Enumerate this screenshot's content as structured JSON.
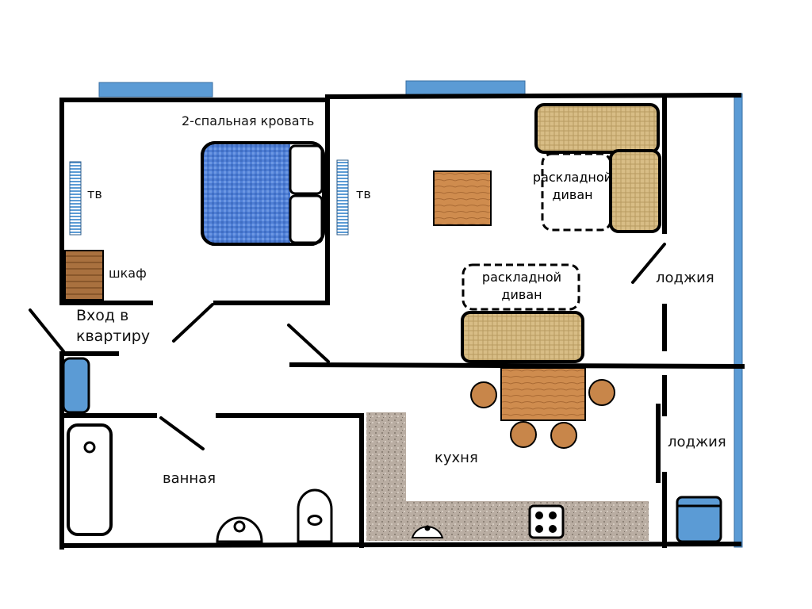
{
  "labels": {
    "double_bed": "2-спальная кровать",
    "tv_bedroom": "тв",
    "tv_living": "тв",
    "wardrobe": "шкаф",
    "entrance_line1": "Вход в",
    "entrance_line2": "квартиру",
    "sofa_top_line1": "раскладной",
    "sofa_top_line2": "диван",
    "sofa_mid_line1": "раскладной",
    "sofa_mid_line2": "диван",
    "loggia_top": "лоджия",
    "loggia_bottom": "лоджия",
    "kitchen": "кухня",
    "bathroom": "ванная"
  },
  "colors": {
    "wall": "#000000",
    "window": "#5b9bd5",
    "bed_blanket": "#4f7fd6",
    "wood": "#c8864a",
    "sofa": "#d2b47a",
    "countertop": "#b5aa9f"
  }
}
